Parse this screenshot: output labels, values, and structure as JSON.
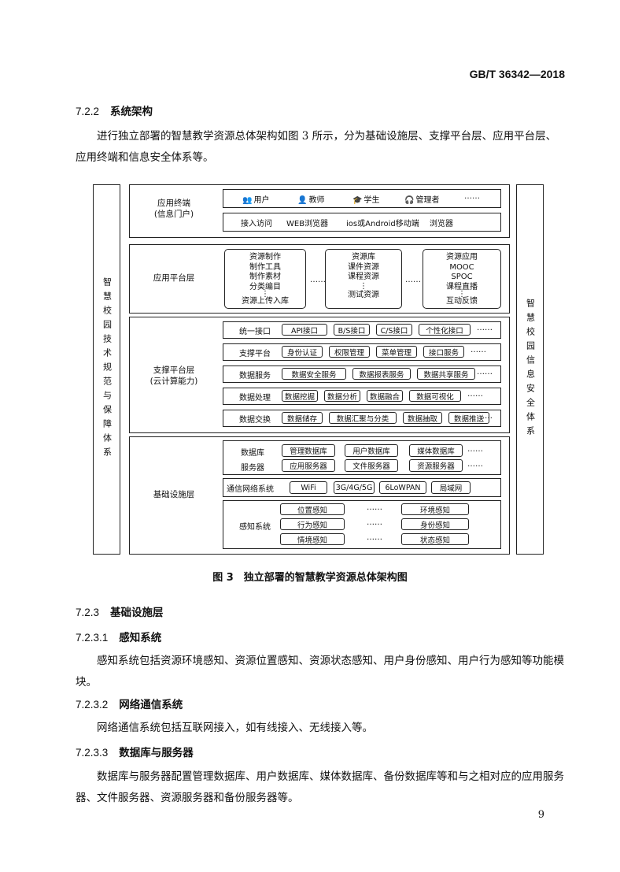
{
  "header": {
    "standard_no": "GB/T 36342—2018"
  },
  "sec_722": {
    "num": "7.2.2",
    "title": "系统架构"
  },
  "para_722": "进行独立部署的智慧教学资源总体架构如图 3 所示，分为基础设施层、支撑平台层、应用平台层、应用终端和信息安全体系等。",
  "figure": {
    "left_bar": "智慧校园技术规范与保障体系",
    "right_bar": "智慧校园信息安全体系",
    "terminal": {
      "name": "应用终端",
      "name2": "(信息门户)",
      "users": [
        "用户",
        "教师",
        "学生",
        "管理者"
      ],
      "ellipsis": "……",
      "access": [
        "接入访问",
        "WEB浏览器",
        "ios或Android移动端",
        "浏览器"
      ]
    },
    "app_platform": {
      "name": "应用平台层",
      "box1": [
        "资源制作",
        "制作工具",
        "制作素材",
        "分类编目",
        "⋮",
        "资源上传入库"
      ],
      "box2": [
        "资源库",
        "课件资源",
        "课程资源",
        "⋮",
        "测试资源"
      ],
      "box3": [
        "资源应用",
        "MOOC",
        "SPOC",
        "课程直播",
        "⋮",
        "互动反馈"
      ],
      "ellipsis": "……"
    },
    "support": {
      "name": "支撑平台层",
      "name2": "(云计算能力)",
      "rows": [
        {
          "label": "统一接口",
          "items": [
            "API接口",
            "B/S接口",
            "C/S接口",
            "个性化接口"
          ]
        },
        {
          "label": "支撑平台",
          "items": [
            "身份认证",
            "权限管理",
            "菜单管理",
            "接口服务"
          ]
        },
        {
          "label": "数据服务",
          "items": [
            "数据安全服务",
            "数据报表服务",
            "数据共享服务"
          ]
        },
        {
          "label": "数据处理",
          "items": [
            "数据挖掘",
            "数据分析",
            "数据融合",
            "数据可视化"
          ]
        },
        {
          "label": "数据交换",
          "items": [
            "数据储存",
            "数据汇聚与分类",
            "数据抽取",
            "数据推送"
          ]
        }
      ],
      "ellipsis": "……"
    },
    "infra": {
      "name": "基础设施层",
      "db_label": "数据库",
      "db_items": [
        "管理数据库",
        "用户数据库",
        "媒体数据库"
      ],
      "srv_label": "服务器",
      "srv_items": [
        "应用服务器",
        "文件服务器",
        "资源服务器"
      ],
      "net_label": "通信网络系统",
      "net_items": [
        "WiFi",
        "3G/4G/5G",
        "6LoWPAN",
        "局域网"
      ],
      "sense_label": "感知系统",
      "sense_left": [
        "位置感知",
        "行为感知",
        "情境感知"
      ],
      "sense_right": [
        "环境感知",
        "身份感知",
        "状态感知"
      ],
      "ellipsis": "……"
    }
  },
  "caption": "图 3　独立部署的智慧教学资源总体架构图",
  "sec_723": {
    "num": "7.2.3",
    "title": "基础设施层"
  },
  "sec_7231": {
    "num": "7.2.3.1",
    "title": "感知系统"
  },
  "para_7231": "感知系统包括资源环境感知、资源位置感知、资源状态感知、用户身份感知、用户行为感知等功能模块。",
  "sec_7232": {
    "num": "7.2.3.2",
    "title": "网络通信系统"
  },
  "para_7232": "网络通信系统包括互联网接入，如有线接入、无线接入等。",
  "sec_7233": {
    "num": "7.2.3.3",
    "title": "数据库与服务器"
  },
  "para_7233": "数据库与服务器配置管理数据库、用户数据库、媒体数据库、备份数据库等和与之相对应的应用服务器、文件服务器、资源服务器和备份服务器等。",
  "page_number": "9"
}
